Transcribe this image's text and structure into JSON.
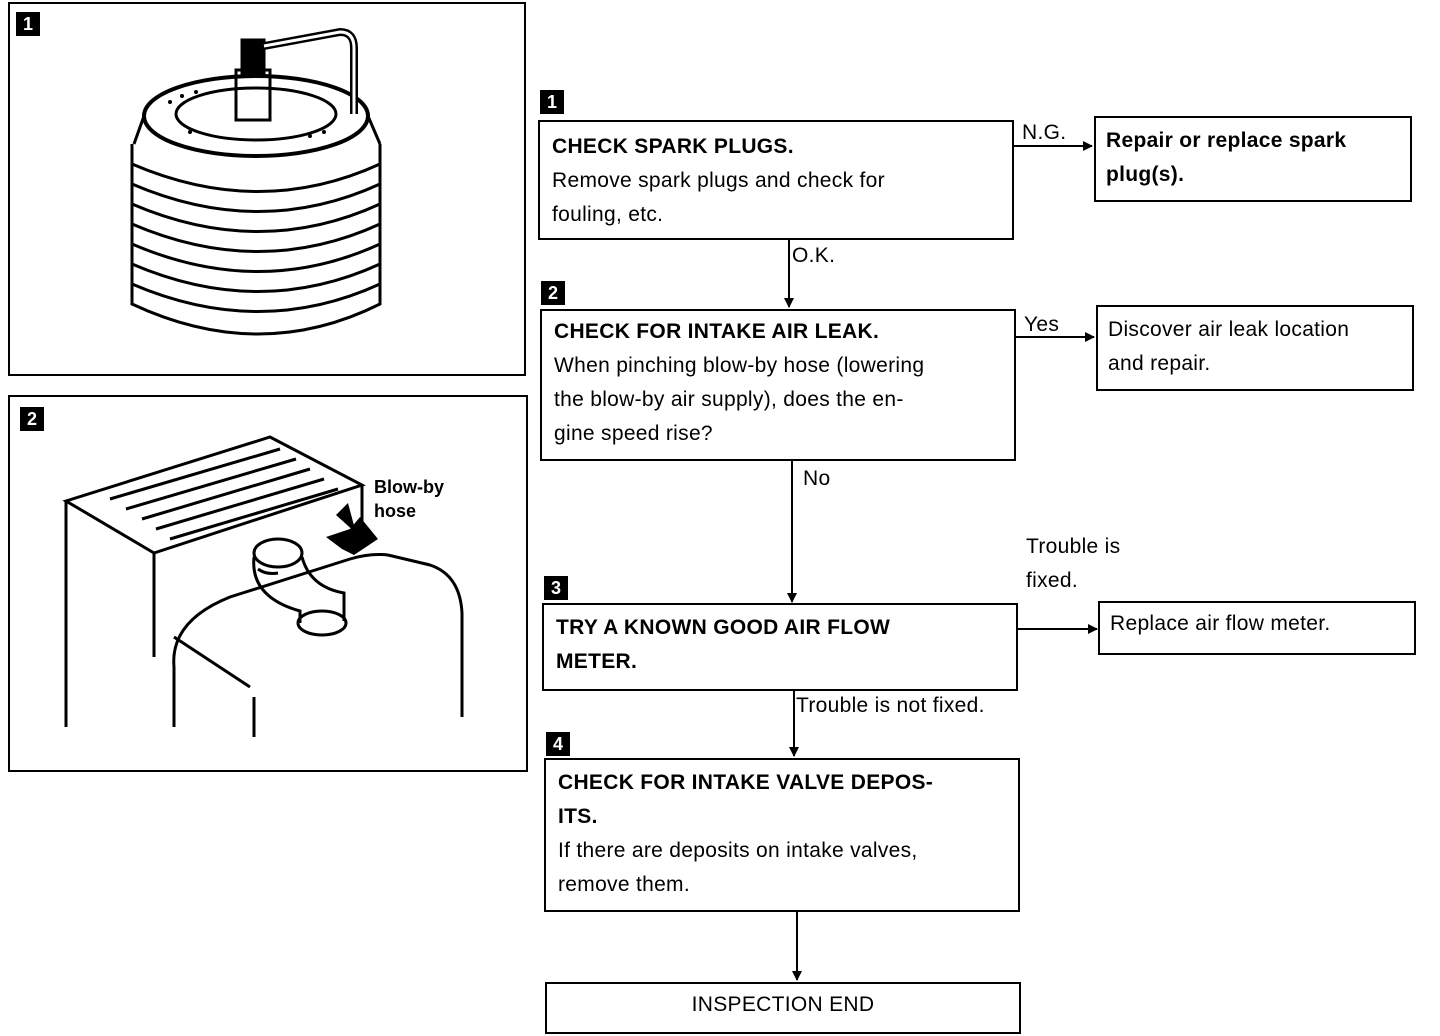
{
  "panels": [
    {
      "badge": "1"
    },
    {
      "badge": "2",
      "callout": [
        "Blow-by",
        "hose"
      ]
    }
  ],
  "steps": [
    {
      "badge": "1",
      "title": "CHECK SPARK PLUGS.",
      "body": [
        "Remove spark plugs and check for",
        "fouling, etc."
      ],
      "branch_label": "N.G.",
      "result": [
        "Repair or replace spark",
        "plug(s)."
      ],
      "next_label": "O.K."
    },
    {
      "badge": "2",
      "title": "CHECK FOR INTAKE AIR LEAK.",
      "body": [
        "When pinching blow-by hose (lowering",
        "the blow-by air supply), does the en-",
        "gine speed rise?"
      ],
      "branch_label": "Yes",
      "result": [
        "Discover air leak location",
        "and repair."
      ],
      "next_label": "No"
    },
    {
      "badge": "3",
      "title": [
        "TRY A KNOWN GOOD AIR FLOW",
        "METER."
      ],
      "body": [],
      "branch_label": [
        "Trouble is",
        "fixed."
      ],
      "result": [
        "Replace air flow meter."
      ],
      "next_label": "Trouble is not fixed."
    },
    {
      "badge": "4",
      "title": [
        "CHECK FOR INTAKE VALVE DEPOS-",
        "ITS."
      ],
      "body": [
        "If there are deposits on intake valves,",
        "remove them."
      ]
    }
  ],
  "end": "INSPECTION END"
}
